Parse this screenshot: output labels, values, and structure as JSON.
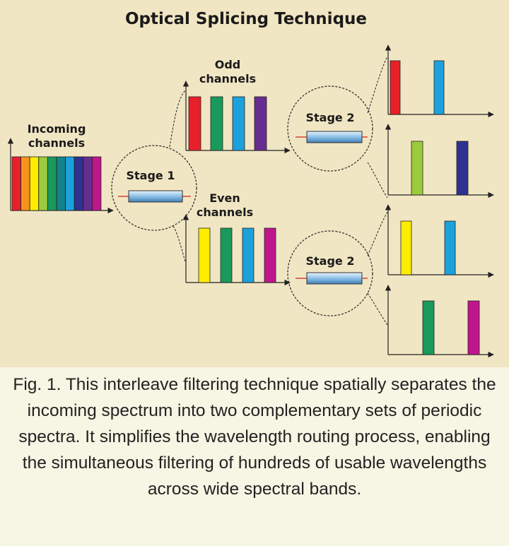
{
  "title": "Optical Splicing Technique",
  "labels": {
    "incoming_1": "Incoming",
    "incoming_2": "channels",
    "odd_1": "Odd",
    "odd_2": "channels",
    "even_1": "Even",
    "even_2": "channels",
    "stage1": "Stage 1",
    "stage2_top": "Stage 2",
    "stage2_bottom": "Stage 2"
  },
  "caption": "Fig. 1. This interleave filtering technique spatially separates the incoming spectrum into two complementary sets of periodic spectra. It simplifies the wavelength routing process, enabling the simultaneous filtering of hundreds of usable wavelengths across wide spectral bands.",
  "colors": {
    "background": "#f1e6c3",
    "caption_background": "#f7f5e3",
    "ch_red": "#e8202a",
    "ch_orange": "#f7941d",
    "ch_yellow": "#ffec00",
    "ch_lime": "#9acb3c",
    "ch_green": "#1a9a5a",
    "ch_teal": "#12838a",
    "ch_blue": "#1da1dc",
    "ch_indigo": "#2e3192",
    "ch_purple": "#662d91",
    "ch_magenta": "#c0168c"
  },
  "spectra": {
    "incoming": [
      "ch_red",
      "ch_orange",
      "ch_yellow",
      "ch_lime",
      "ch_green",
      "ch_teal",
      "ch_blue",
      "ch_indigo",
      "ch_purple",
      "ch_magenta"
    ],
    "odd": [
      "ch_red",
      "ch_green",
      "ch_blue",
      "ch_purple"
    ],
    "even": [
      "ch_yellow",
      "ch_green",
      "ch_blue",
      "ch_magenta"
    ],
    "out1": [
      "ch_red",
      "ch_blue"
    ],
    "out2": [
      "ch_lime",
      "ch_indigo"
    ],
    "out3": [
      "ch_yellow",
      "ch_blue"
    ],
    "out4": [
      "ch_green",
      "ch_magenta"
    ]
  }
}
